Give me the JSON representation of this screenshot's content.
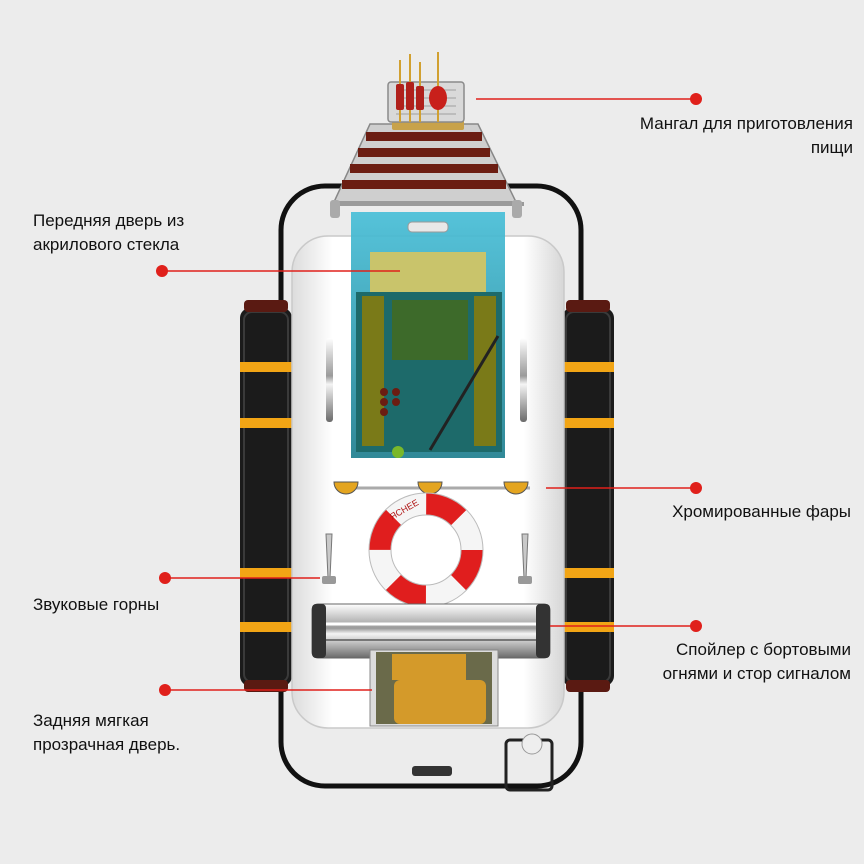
{
  "callouts": {
    "grill": {
      "lines": [
        "Мангал для приготовления",
        "пищи"
      ]
    },
    "front": {
      "lines": [
        "Передняя дверь из",
        "акрилового стекла"
      ]
    },
    "lights": {
      "lines": [
        "Хромированные фары"
      ]
    },
    "horns": {
      "lines": [
        "Звуковые горны"
      ]
    },
    "spoiler": {
      "lines": [
        "Спойлер с бортовыми",
        "огнями и стор сигналом"
      ]
    },
    "rear": {
      "lines": [
        "Задняя мягкая",
        "прозрачная дверь."
      ]
    }
  },
  "lifebuoy_text": "ЯСНЕЕ",
  "colors": {
    "background": "#ececec",
    "callout": "#e0201b",
    "hull": "#f7f7f7",
    "pontoon": "#1b1b1b",
    "pontoon_band": "#f2a515",
    "acrylic": "#2aa8c4",
    "cabin_olive": "#7a7a18",
    "rear_seat": "#d49a2a",
    "lifebuoy_red": "#e01e1e",
    "roof_wood": "#6b1d12"
  },
  "icons": [
    "grill-icon",
    "lifebuoy-icon",
    "horn-icon",
    "headlight-icon",
    "spoiler-icon"
  ]
}
